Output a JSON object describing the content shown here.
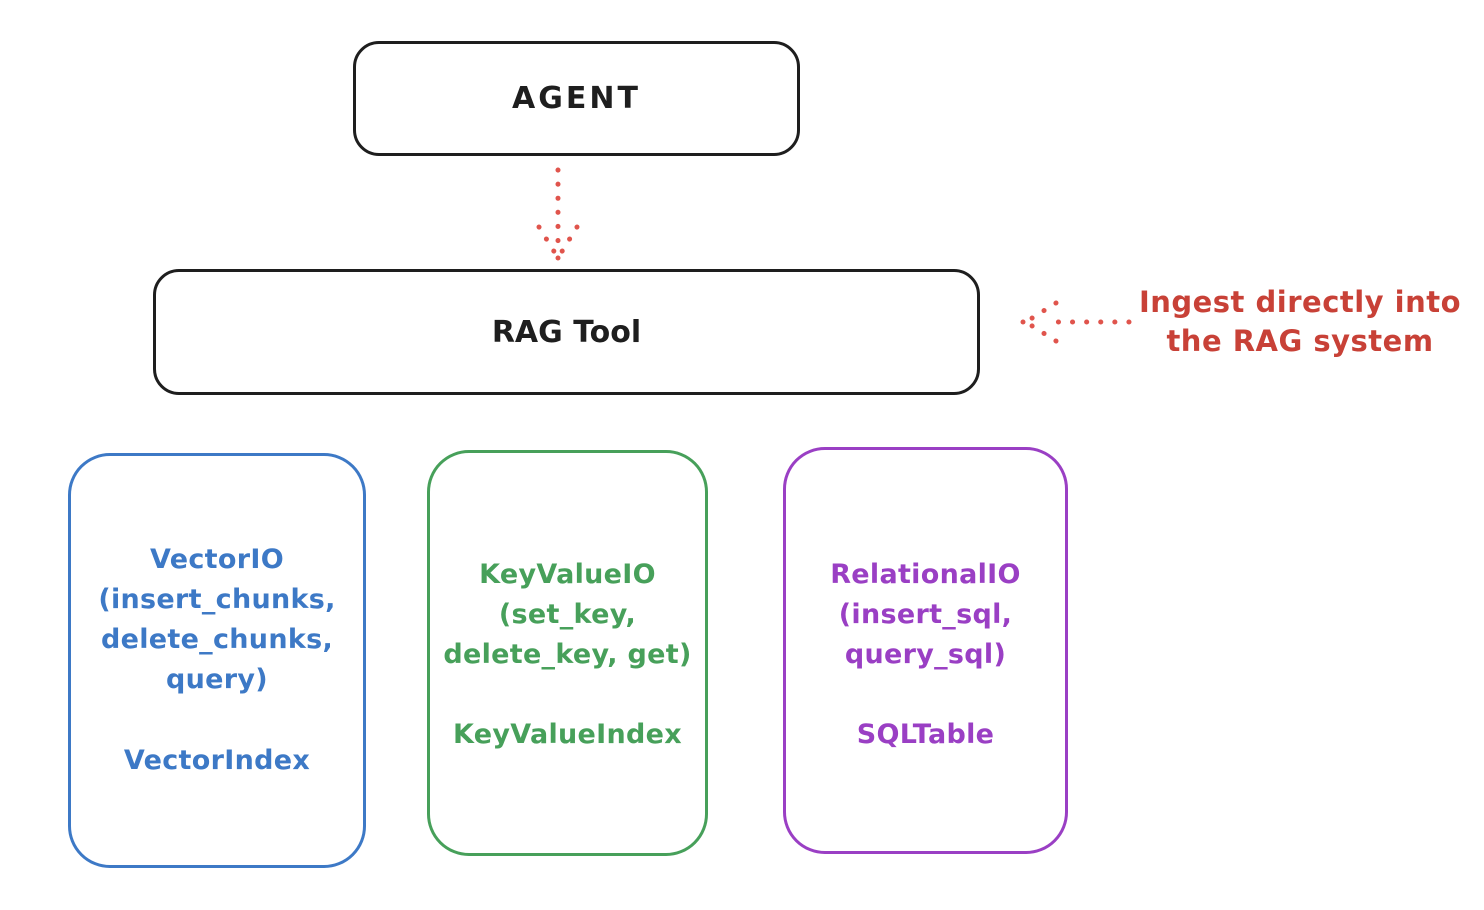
{
  "colors": {
    "ink": "#1e1e1e",
    "red_arrow": "#e0544c",
    "red_text": "#c84137",
    "blue": "#3d79c6",
    "green": "#47a05a",
    "purple": "#9a3fc4",
    "background": "#ffffff"
  },
  "nodes": {
    "agent": {
      "label": "AGENT"
    },
    "rag_tool": {
      "label": "RAG Tool"
    },
    "vector_io": {
      "title_lines": [
        "VectorIO",
        "(insert_chunks,",
        "delete_chunks,",
        "query)"
      ],
      "index_label": "VectorIndex"
    },
    "key_value_io": {
      "title_lines": [
        "KeyValueIO",
        "(set_key,",
        "delete_key, get)"
      ],
      "index_label": "KeyValueIndex"
    },
    "relational_io": {
      "title_lines": [
        "RelationalIO",
        "(insert_sql,",
        "query_sql)"
      ],
      "index_label": "SQLTable"
    }
  },
  "annotation": {
    "line1": "Ingest directly into",
    "line2": "the RAG system"
  },
  "arrows": [
    {
      "name": "agent-to-rag-tool",
      "style": "dotted",
      "color": "#e0544c",
      "direction": "down"
    },
    {
      "name": "annotation-to-rag-tool",
      "style": "dotted",
      "color": "#e0544c",
      "direction": "left"
    }
  ]
}
